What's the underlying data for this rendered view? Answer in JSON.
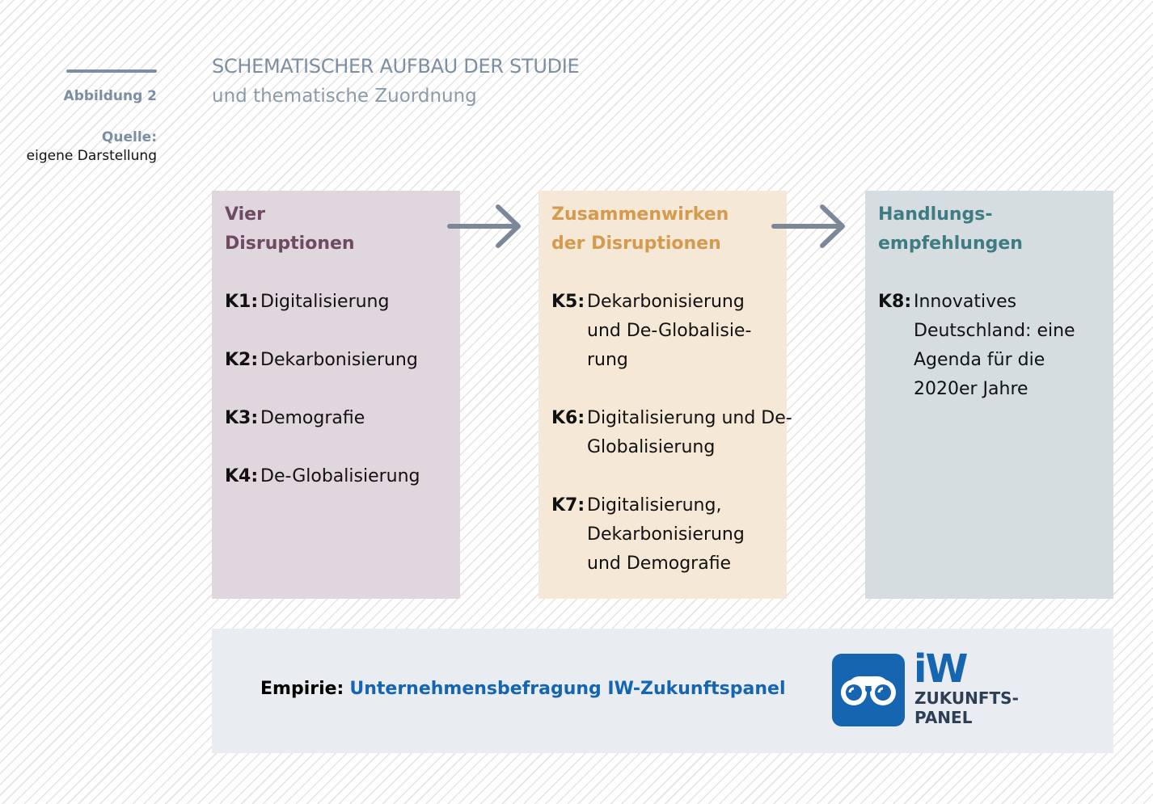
{
  "sidebar": {
    "figure_label": "Abbildung 2",
    "source_label": "Quelle:",
    "source_value": "eigene Darstellung"
  },
  "header": {
    "title": "SCHEMATISCHER AUFBAU DER STUDIE",
    "subtitle": "und thematische Zuordnung"
  },
  "colors": {
    "accent_gray": "#7b8ea3",
    "box1": "#e0d6de",
    "box2": "#f5e8d6",
    "box3": "#d5dde1",
    "brand_blue": "#1565b0"
  },
  "boxes": [
    {
      "title": "Vier Disruptionen",
      "items": [
        {
          "key": "K1:",
          "text": "Digitalisierung"
        },
        {
          "key": "K2:",
          "text": "Dekarbonisierung"
        },
        {
          "key": "K3:",
          "text": "Demografie"
        },
        {
          "key": "K4:",
          "text": "De-Globalisierung"
        }
      ]
    },
    {
      "title": "Zusammenwirken der Disruptionen",
      "items": [
        {
          "key": "K5:",
          "text": "Dekarbonisierung und De-Globalisie-rung"
        },
        {
          "key": "K6:",
          "text": "Digitalisierung und De-Globalisierung"
        },
        {
          "key": "K7:",
          "text": "Digitalisierung, Dekarbonisierung und Demografie"
        }
      ]
    },
    {
      "title": "Handlungs-empfehlungen",
      "items": [
        {
          "key": "K8:",
          "text": "Innovatives Deutschland: eine Agenda für die 2020er Jahre"
        }
      ]
    }
  ],
  "empirie": {
    "label": "Empirie:",
    "value": "Unternehmensbefragung IW-Zukunftspanel"
  },
  "logo": {
    "brand": "iW",
    "line1": "ZUKUNFTS-",
    "line2": "PANEL"
  }
}
